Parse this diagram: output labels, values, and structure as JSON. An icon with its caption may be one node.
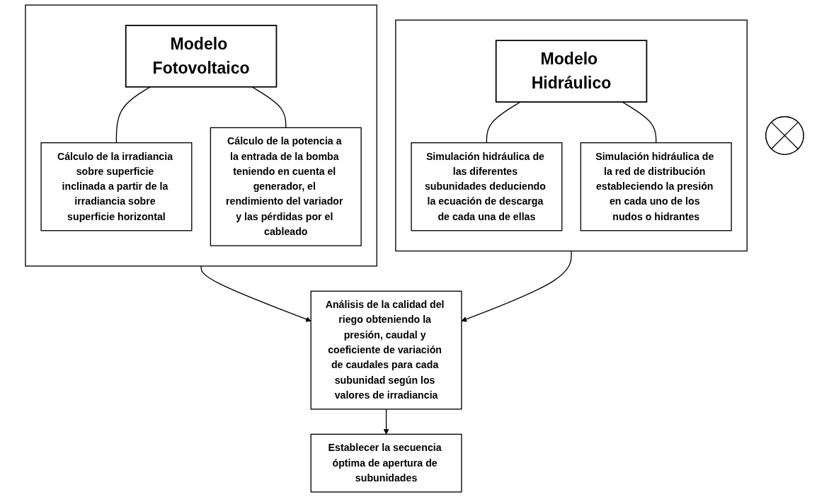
{
  "diagram": {
    "nodes": [
      {
        "text": [],
        "shape": "box"
      },
      {
        "text": [
          "Modelo Fotovoltaico"
        ],
        "in": 0
      },
      {
        "text": [
          "Cálculo de la irradiancia sobre superficie inclinada a partir de la irradiancia sobre superficie horizontal"
        ],
        "in": 0
      },
      {
        "text": [
          "Cálculo de la potencia a la entrada de la bomba teniendo en cuenta el generador, el rendimiento del variador y las pérdidas por el cableado"
        ],
        "in": 0
      },
      {
        "text": [],
        "shape": "cross"
      },
      {
        "text": [],
        "shape": "box"
      },
      {
        "text": [
          "Modelo Hidráulico"
        ],
        "in": 5
      },
      {
        "text": [
          "Simulación hidráulica de las diferentes subunidades deduciendo la ecuación de descarga de cada una de ellas"
        ],
        "in": 5
      },
      {
        "text": [
          "Simulación hidráulica de la red de distribución estableciendo la presión en cada uno de los nudos o hidrantes"
        ],
        "in": 5
      },
      {
        "text": [
          "Análisis de la calidad del riego obteniendo la presión, caudal y coeficiente de variación de caudales para cada subunidad según los valores de irradiancia"
        ]
      },
      {
        "text": [
          "Establecer la secuencia óptima de apertura de subunidades"
        ]
      }
    ],
    "edges": [
      {
        "from": 1,
        "to": 2,
        "arrow": "none"
      },
      {
        "from": 1,
        "to": 3,
        "arrow": "none"
      },
      {
        "from": 6,
        "to": 7,
        "arrow": "none"
      },
      {
        "from": 6,
        "to": 8,
        "arrow": "none"
      },
      {
        "from": 0,
        "to": 9,
        "arrow": "to"
      },
      {
        "from": 5,
        "to": 9,
        "arrow": "to"
      },
      {
        "from": 9,
        "to": 10,
        "arrow": "to"
      }
    ]
  }
}
